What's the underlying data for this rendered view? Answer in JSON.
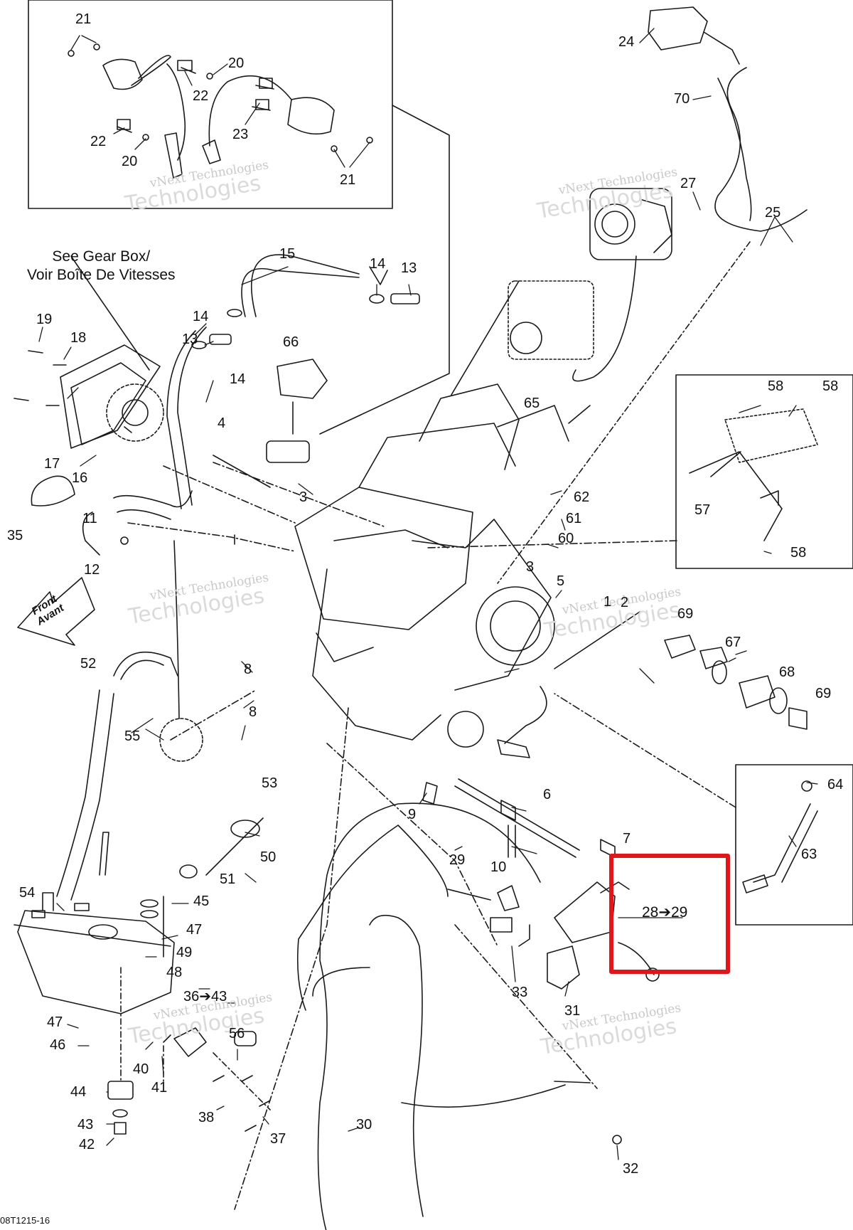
{
  "note_gearbox": {
    "line1": "See Gear Box/",
    "line2": "Voir Boîte De Vitesses"
  },
  "front_arrow": {
    "line1": "Front",
    "line2": "Avant"
  },
  "watermark": {
    "brand": "vNext Technologies",
    "big": "Technologies",
    "small_prefix": "vNext"
  },
  "highlight_label": "28➔29",
  "footer_code": "08T1215-16",
  "highlight_color": "#e0161b",
  "callouts": [
    {
      "id": "c21a",
      "text": "21"
    },
    {
      "id": "c20a",
      "text": "20"
    },
    {
      "id": "c22a",
      "text": "22"
    },
    {
      "id": "c22b",
      "text": "22"
    },
    {
      "id": "c23",
      "text": "23"
    },
    {
      "id": "c20b",
      "text": "20"
    },
    {
      "id": "c21b",
      "text": "21"
    },
    {
      "id": "c24",
      "text": "24"
    },
    {
      "id": "c70",
      "text": "70"
    },
    {
      "id": "c27",
      "text": "27"
    },
    {
      "id": "c25",
      "text": "25"
    },
    {
      "id": "c15",
      "text": "15"
    },
    {
      "id": "c14a",
      "text": "14"
    },
    {
      "id": "c13a",
      "text": "13"
    },
    {
      "id": "c19",
      "text": "19"
    },
    {
      "id": "c18",
      "text": "18"
    },
    {
      "id": "c14b",
      "text": "14"
    },
    {
      "id": "c13b",
      "text": "13"
    },
    {
      "id": "c14c",
      "text": "14"
    },
    {
      "id": "c66",
      "text": "66"
    },
    {
      "id": "c58a",
      "text": "58"
    },
    {
      "id": "c58b",
      "text": "58"
    },
    {
      "id": "c65",
      "text": "65"
    },
    {
      "id": "c17",
      "text": "17"
    },
    {
      "id": "c16",
      "text": "16"
    },
    {
      "id": "c4",
      "text": "4"
    },
    {
      "id": "c35",
      "text": "35"
    },
    {
      "id": "c3a",
      "text": "3"
    },
    {
      "id": "c62",
      "text": "62"
    },
    {
      "id": "c57",
      "text": "57"
    },
    {
      "id": "c11",
      "text": "11"
    },
    {
      "id": "c61",
      "text": "61"
    },
    {
      "id": "c60",
      "text": "60"
    },
    {
      "id": "c58c",
      "text": "58"
    },
    {
      "id": "c12",
      "text": "12"
    },
    {
      "id": "c3b",
      "text": "3"
    },
    {
      "id": "c5",
      "text": "5"
    },
    {
      "id": "c1",
      "text": "1"
    },
    {
      "id": "c2",
      "text": "2"
    },
    {
      "id": "c69a",
      "text": "69"
    },
    {
      "id": "c67",
      "text": "67"
    },
    {
      "id": "c52",
      "text": "52"
    },
    {
      "id": "c8a",
      "text": "8"
    },
    {
      "id": "c68",
      "text": "68"
    },
    {
      "id": "c8b",
      "text": "8"
    },
    {
      "id": "c69b",
      "text": "69"
    },
    {
      "id": "c55",
      "text": "55"
    },
    {
      "id": "c53",
      "text": "53"
    },
    {
      "id": "c64",
      "text": "64"
    },
    {
      "id": "c9",
      "text": "9"
    },
    {
      "id": "c6",
      "text": "6"
    },
    {
      "id": "c50",
      "text": "50"
    },
    {
      "id": "c7",
      "text": "7"
    },
    {
      "id": "c63",
      "text": "63"
    },
    {
      "id": "c10",
      "text": "10"
    },
    {
      "id": "c29",
      "text": "29"
    },
    {
      "id": "c51",
      "text": "51"
    },
    {
      "id": "c54",
      "text": "54"
    },
    {
      "id": "c45",
      "text": "45"
    },
    {
      "id": "c47a",
      "text": "47"
    },
    {
      "id": "c49",
      "text": "49"
    },
    {
      "id": "c48",
      "text": "48"
    },
    {
      "id": "c33",
      "text": "33"
    },
    {
      "id": "c36",
      "text": "36➔43"
    },
    {
      "id": "c31",
      "text": "31"
    },
    {
      "id": "c47b",
      "text": "47"
    },
    {
      "id": "c46",
      "text": "46"
    },
    {
      "id": "c56",
      "text": "56"
    },
    {
      "id": "c40",
      "text": "40"
    },
    {
      "id": "c41",
      "text": "41"
    },
    {
      "id": "c44",
      "text": "44"
    },
    {
      "id": "c38",
      "text": "38"
    },
    {
      "id": "c43",
      "text": "43"
    },
    {
      "id": "c37",
      "text": "37"
    },
    {
      "id": "c42",
      "text": "42"
    },
    {
      "id": "c30",
      "text": "30"
    },
    {
      "id": "c32",
      "text": "32"
    }
  ]
}
